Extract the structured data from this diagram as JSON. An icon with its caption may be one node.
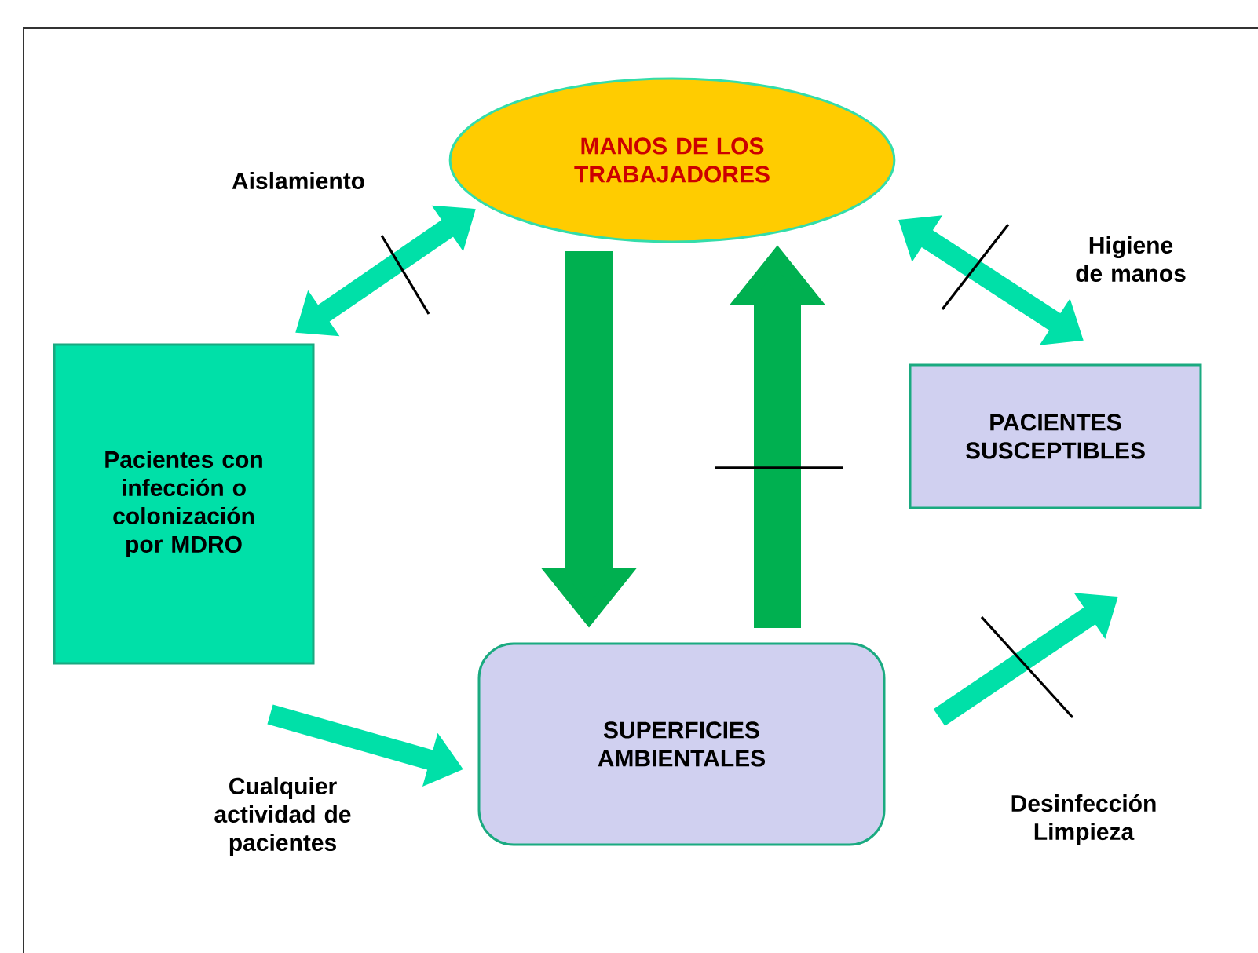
{
  "diagram": {
    "nodes": [
      {
        "text": [
          "MANOS DE LOS TRABAJADORES"
        ]
      },
      {
        "text": [
          "Pacientes con infección o colonización por MDRO"
        ]
      },
      {
        "text": [
          "PACIENTES SUSCEPTIBLES"
        ]
      },
      {
        "text": [
          "SUPERFICIES AMBIENTALES"
        ]
      }
    ],
    "edges": [
      {
        "from": 1,
        "to": 0,
        "arrow": "both",
        "label": "Aislamiento"
      },
      {
        "from": 0,
        "to": 2,
        "arrow": "both",
        "label": "Higiene de manos"
      },
      {
        "from": 0,
        "to": 3,
        "arrow": "to",
        "style": "thick",
        "color": "#00b050"
      },
      {
        "from": 3,
        "to": 0,
        "arrow": "to",
        "style": "thick",
        "color": "#00b050"
      },
      {
        "from": 1,
        "to": 3,
        "arrow": "to",
        "label": "Cualquier actividad de pacientes"
      },
      {
        "from": 3,
        "to": 2,
        "arrow": "to",
        "label": "Desinfección Limpieza"
      }
    ]
  }
}
